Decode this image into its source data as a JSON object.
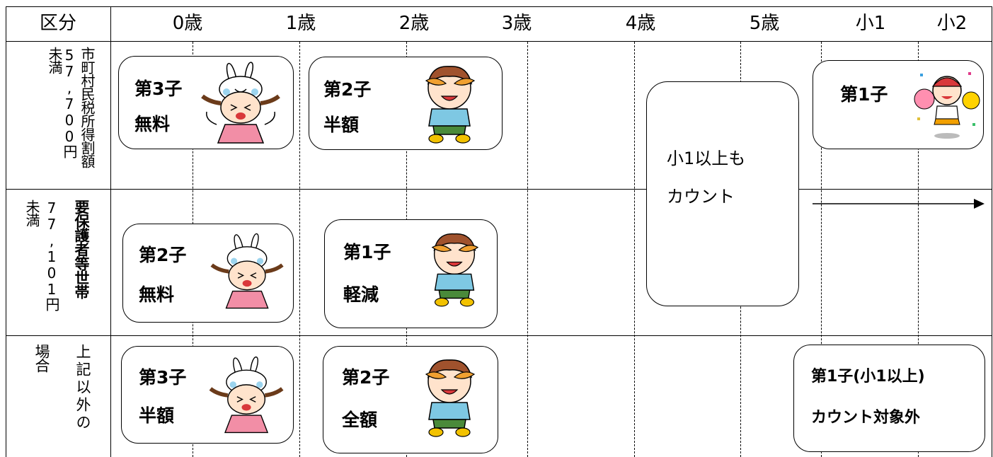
{
  "header": {
    "kubun": "区分",
    "ages": [
      "0歳",
      "1歳",
      "2歳",
      "3歳",
      "4歳",
      "5歳",
      "小1",
      "小2"
    ]
  },
  "rows": [
    {
      "label_main": "市町村民税所得割額",
      "label_amount": "57,700円",
      "label_suffix": "未満",
      "cards": [
        {
          "order": "第3子",
          "status": "無料",
          "character": "girl-bunny-hat"
        },
        {
          "order": "第2子",
          "status": "半額",
          "character": "boy-leaf"
        },
        {
          "order": "第1子",
          "status": "",
          "character": "cheerleader-girl"
        }
      ]
    },
    {
      "label_main": "要保護者等世帯",
      "label_amount": "77,101円",
      "label_suffix": "未満",
      "cards": [
        {
          "order": "第2子",
          "status": "無料",
          "character": "girl-bunny-hat"
        },
        {
          "order": "第1子",
          "status": "軽減",
          "character": "boy-leaf"
        }
      ]
    },
    {
      "label_main": "上記以外の",
      "label_suffix": "場合",
      "cards": [
        {
          "order": "第3子",
          "status": "半額",
          "character": "girl-bunny-hat"
        },
        {
          "order": "第2子",
          "status": "全額",
          "character": "boy-leaf"
        },
        {
          "order": "第1子(小1以上)",
          "status": "カウント対象外",
          "character": ""
        }
      ]
    }
  ],
  "center_note": {
    "line1": "小1以上も",
    "line2": "カウント"
  }
}
